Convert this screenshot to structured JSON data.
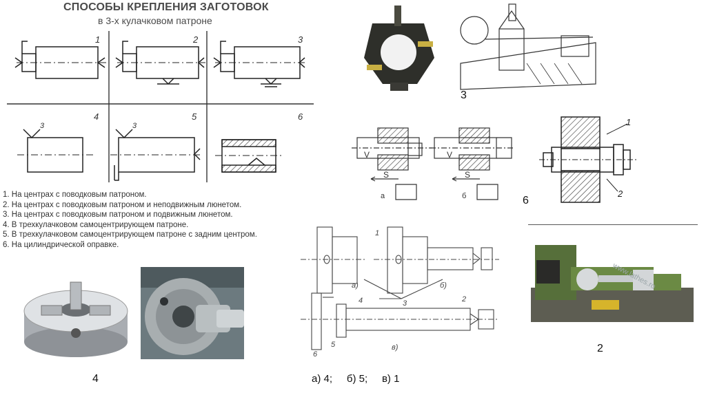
{
  "heading": {
    "line1": "СПОСОБЫ КРЕПЛЕНИЯ ЗАГОТОВОК",
    "line2": "в 3-х кулачковом патроне"
  },
  "grid_labels": [
    "1",
    "2",
    "3",
    "4",
    "5",
    "6"
  ],
  "methods": [
    "1. На центрах с поводковым патроном.",
    "2. На центрах с поводковым патроном и неподвижным люнетом.",
    "3. На центрах с поводковым патроном и подвижным люнетом.",
    "4. В трехкулачковом самоцентрирующем патроне.",
    "5. В трехкулачковом самоцентрирующем патроне с задним центром.",
    "6. На цилиндрической оправке."
  ],
  "figure_numbers": {
    "steady_rest": "3",
    "mandrel": "6",
    "lathe": "2",
    "chuck": "4"
  },
  "answer_line": "а) 4;     б) 5;     в) 1",
  "drawing_labels": {
    "sub_a": "а",
    "sub_b": "б",
    "s_left": "S",
    "s_right": "S",
    "v_left": "V",
    "v_right": "V",
    "mandrel_1": "1",
    "mandrel_2": "2",
    "lathe_a": "а)",
    "lathe_b": "б)",
    "lathe_v": "в)",
    "lathe_1": "1",
    "lathe_2": "2",
    "lathe_3": "3",
    "lathe_4": "4",
    "lathe_5": "5",
    "lathe_6": "6",
    "mark_3a": "3",
    "mark_3b": "3",
    "watermark": "www.lathes.ro"
  }
}
